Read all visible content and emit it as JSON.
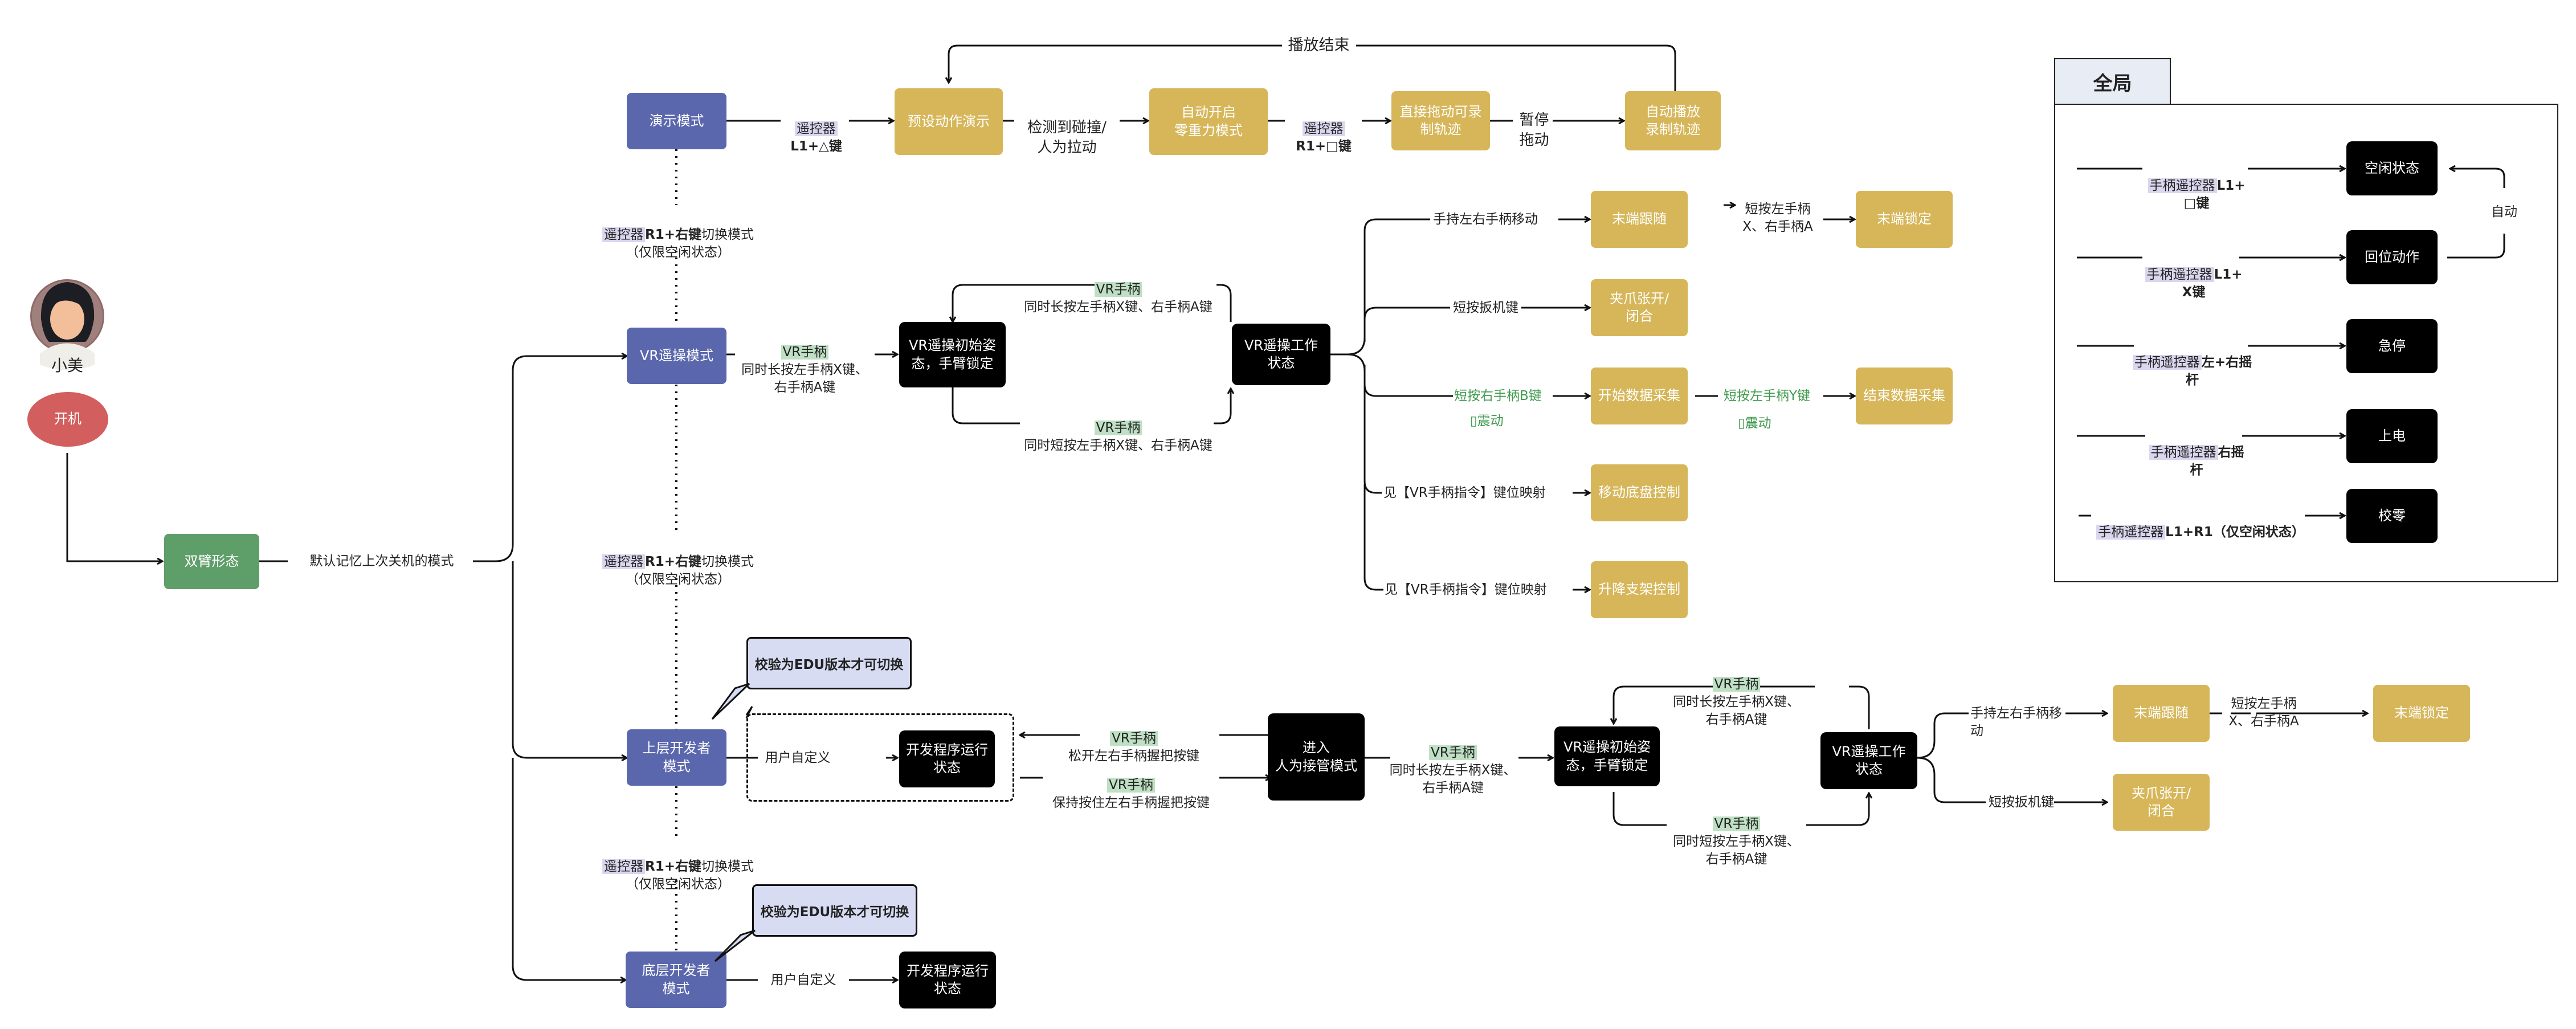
{
  "user": {
    "name": "小美"
  },
  "nodes": {
    "boot": "开机",
    "dual_arm": "双臂形态",
    "demo_mode": "演示模式",
    "vr_mode": "VR遥操模式",
    "upper_dev": "上层开发者\n模式",
    "lower_dev": "底层开发者\n模式",
    "preset_demo": "预设动作演示",
    "zero_gravity": "自动开启\n零重力模式",
    "drag_record": "直接拖动可录\n制轨迹",
    "auto_play": "自动播放\n录制轨迹",
    "vr_init": "VR遥操初始姿\n态，手臂锁定",
    "vr_work": "VR遥操工作\n状态",
    "end_follow": "末端跟随",
    "end_lock": "末端锁定",
    "gripper": "夹爪张开/\n闭合",
    "start_collect": "开始数据采集",
    "end_collect": "结束数据采集",
    "chassis": "移动底盘控制",
    "lift": "升降支架控制",
    "dev_run_upper": "开发程序运行\n状态",
    "dev_run_lower": "开发程序运行\n状态",
    "takeover": "进入\n人为接管模式",
    "vr_init2": "VR遥操初始姿\n态，手臂锁定",
    "vr_work2": "VR遥操工作\n状态",
    "end_follow2": "末端跟随",
    "end_lock2": "末端锁定",
    "gripper2": "夹爪张开/\n闭合"
  },
  "labels": {
    "default_memory": "默认记忆上次关机的模式",
    "play_end": "播放结束",
    "remote": "遥控器",
    "l1_triangle": "L1+△键",
    "r1_square": "R1+□键",
    "collision_1": "检测到碰撞/",
    "collision_2": "人为拉动",
    "pause_drag": "暂停拖动",
    "switch_r1_right": "R1+右键",
    "switch_mode": "切换模式",
    "idle_only": "（仅限空闲状态）",
    "vr_handle": "VR手柄",
    "long_press_xa": "同时长按左手柄X键、\n右手柄A键",
    "long_press_xa_oneline": "同时长按左手柄X键、右手柄A键",
    "short_press_xa": "同时短按左手柄X键、右手柄A键",
    "short_press_xa_2": "同时短按左手柄X键、\n右手柄A键",
    "move_hands": "手持左右手柄移动",
    "short_press_xa_end": "短按左手柄\nX、右手柄A",
    "short_trigger": "短按扳机键",
    "short_b": "短按右手柄B键",
    "short_y": "短按左手柄Y键",
    "vibrate": "震动",
    "see_mapping": "见【VR手柄指令】键位映射",
    "user_defined": "用户自定义",
    "release_grip": "松开左右手柄握把按键",
    "hold_grip": "保持按住左右手柄握把按键",
    "edu_check": "校验为EDU版本才可切换"
  },
  "global_panel": {
    "title": "全局",
    "rows": [
      {
        "pre": "手柄遥控器",
        "key": "L1+ □键",
        "state": "空闲状态"
      },
      {
        "pre": "手柄遥控器",
        "key": "L1+ X键",
        "state": "回位动作"
      },
      {
        "pre": "手柄遥控器",
        "key": "左+右摇杆",
        "state": "急停"
      },
      {
        "pre": "手柄遥控器",
        "key": "右摇杆",
        "state": "上电"
      },
      {
        "pre": "手柄遥控器",
        "key": "L1+R1（仅空闲状态）",
        "state": "校零"
      }
    ],
    "auto": "自动"
  },
  "colors": {
    "mode_blue": "#5b67ad",
    "gold": "#d6b659",
    "black": "#000000",
    "green": "#5e9e69",
    "red": "#d35e5e",
    "highlight_purple": "#d9d6ee",
    "highlight_green": "#bfe0c4"
  }
}
